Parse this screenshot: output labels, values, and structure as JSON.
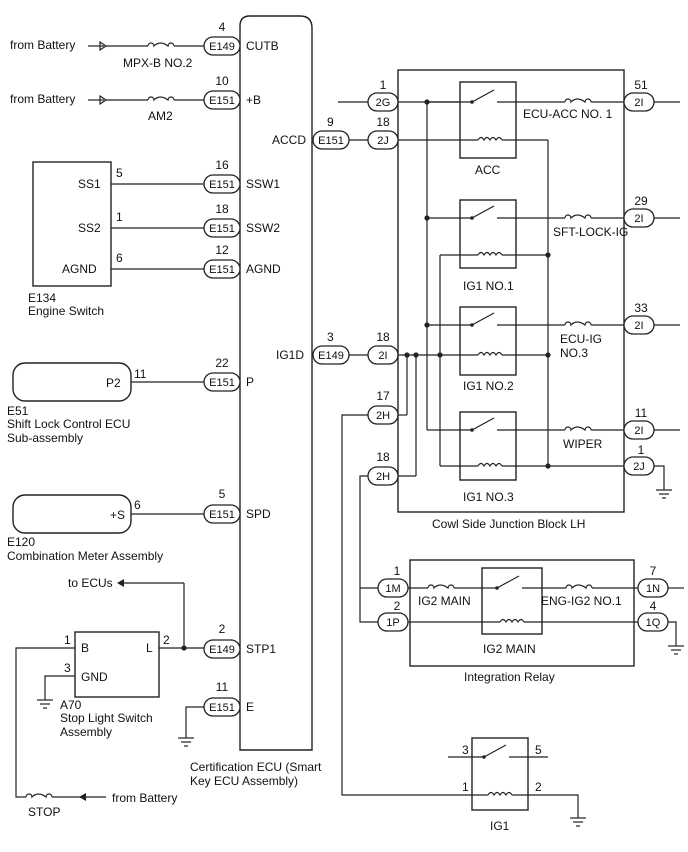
{
  "labels": {
    "from_battery": "from Battery",
    "to_ecus": "to ECUs",
    "mpx_fuse": "MPX-B NO.2",
    "am2_fuse": "AM2",
    "ecu_acc_fuse": "ECU-ACC NO. 1",
    "sft_lock_fuse": "SFT-LOCK-IG",
    "ecu_ig_fuse_1": "ECU-IG",
    "ecu_ig_fuse_2": "NO.3",
    "wiper_fuse": "WIPER",
    "ig2_main_fuse": "IG2 MAIN",
    "eng_ig2_fuse": "ENG-IG2 NO.1",
    "stop_fuse": "STOP"
  },
  "ecu": {
    "title_1": "Certification ECU (Smart",
    "title_2": "Key ECU Assembly)",
    "pins": {
      "cutb": "CUTB",
      "plus_b": "+B",
      "ssw1": "SSW1",
      "ssw2": "SSW2",
      "agnd": "AGND",
      "p": "P",
      "spd": "SPD",
      "stp1": "STP1",
      "e": "E",
      "accd": "ACCD",
      "ig1d": "IG1D"
    },
    "connectors": {
      "cutb": "E149",
      "plus_b": "E151",
      "ssw1": "E151",
      "ssw2": "E151",
      "agnd": "E151",
      "p": "E151",
      "spd": "E151",
      "stp1": "E149",
      "e": "E151",
      "accd": "E151",
      "ig1d": "E149"
    },
    "pin_numbers": {
      "cutb": "4",
      "plus_b": "10",
      "ssw1": "16",
      "ssw2": "18",
      "agnd": "12",
      "p": "22",
      "spd": "5",
      "stp1": "2",
      "e": "11",
      "accd": "9",
      "ig1d": "3"
    }
  },
  "engine_switch": {
    "code": "E134",
    "name": "Engine Switch",
    "pins": {
      "ss1": "SS1",
      "ss2": "SS2",
      "agnd": "AGND"
    },
    "pin_numbers": {
      "ss1": "5",
      "ss2": "1",
      "agnd": "6"
    }
  },
  "shift_lock": {
    "code": "E51",
    "name_1": "Shift Lock Control ECU",
    "name_2": "Sub-assembly",
    "pin": "P2",
    "pin_number": "11"
  },
  "combination_meter": {
    "code": "E120",
    "name": "Combination Meter Assembly",
    "pin": "+S",
    "pin_number": "6"
  },
  "stop_light_switch": {
    "code": "A70",
    "name_1": "Stop Light Switch",
    "name_2": "Assembly",
    "pins": {
      "b": "B",
      "l": "L",
      "gnd": "GND"
    },
    "pin_numbers": {
      "b": "1",
      "l": "2",
      "gnd": "3"
    }
  },
  "junction_block": {
    "name": "Cowl Side Junction Block LH",
    "connectors": {
      "c2g": "2G",
      "c2j_in": "2J",
      "c2i_in": "2I",
      "c2h_a": "2H",
      "c2h_b": "2H",
      "out_acc": "2I",
      "out_sft": "2I",
      "out_ig": "2I",
      "out_wiper": "2I",
      "out_gnd": "2J"
    },
    "pin_numbers": {
      "c2g": "1",
      "c2j_in": "18",
      "c2i_in": "18",
      "c2h_a": "17",
      "c2h_b": "18",
      "out_acc": "51",
      "out_sft": "29",
      "out_ig": "33",
      "out_wiper": "11",
      "out_gnd": "1"
    },
    "relays": {
      "acc": "ACC",
      "ig1_1": "IG1 NO.1",
      "ig1_2": "IG1 NO.2",
      "ig1_3": "IG1 NO.3"
    }
  },
  "integration_relay": {
    "name": "Integration Relay",
    "relay": "IG2 MAIN",
    "connectors": {
      "c1m": "1M",
      "c1p": "1P",
      "c1n": "1N",
      "c1q": "1Q"
    },
    "pin_numbers": {
      "c1m": "1",
      "c1p": "2",
      "c1n": "7",
      "c1q": "4"
    }
  },
  "ig1_relay": {
    "name": "IG1",
    "pins": {
      "p3": "3",
      "p5": "5",
      "p1": "1",
      "p2": "2"
    }
  }
}
